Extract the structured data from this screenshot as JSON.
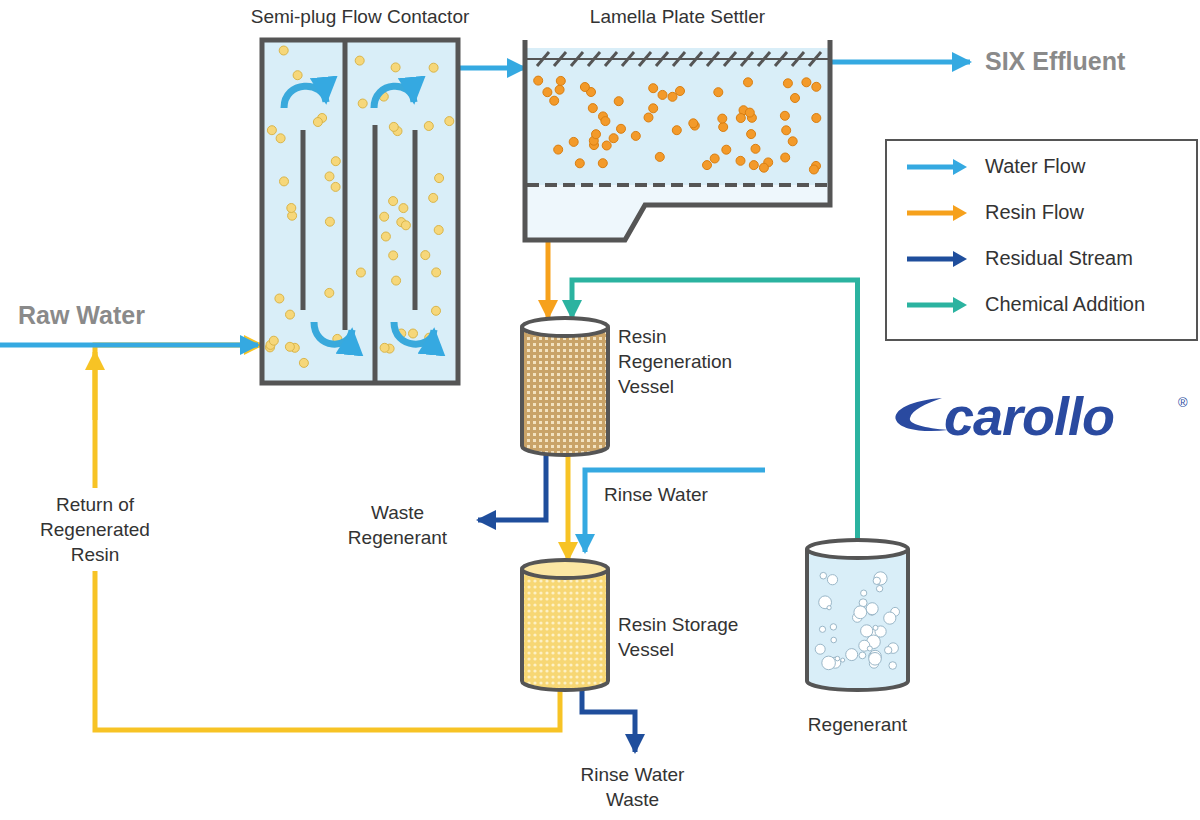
{
  "diagram": {
    "nodes": [
      {
        "text": [
          "Semi-plug Flow Contactor"
        ]
      },
      {
        "text": [
          "Lamella Plate Settler"
        ]
      },
      {
        "text": [
          "Resin Regeneration Vessel"
        ]
      },
      {
        "text": [
          "Resin Storage Vessel"
        ]
      },
      {
        "text": [
          "Regenerant"
        ]
      }
    ],
    "edges": [
      {
        "from": 0,
        "to": 1,
        "arrow": "to"
      },
      {
        "from": 1,
        "to": 2,
        "arrow": "to"
      },
      {
        "from": 4,
        "to": 2,
        "arrow": "to"
      },
      {
        "from": 2,
        "to": 3,
        "arrow": "to"
      },
      {
        "from": 3,
        "to": 0,
        "label": "Return of Regenerated Resin",
        "arrow": "to"
      }
    ],
    "labels": [
      "Raw Water",
      "SIX Effluent",
      "Waste Regenerant",
      "Rinse Water",
      "Rinse Water Waste",
      "carollo",
      "®"
    ],
    "legend": [
      {
        "text": "Water Flow",
        "color": "#35a9e1"
      },
      {
        "text": "Resin Flow",
        "color": "#f6a11c"
      },
      {
        "text": "Residual Stream",
        "color": "#1f4e9c"
      },
      {
        "text": "Chemical Addition",
        "color": "#2bb3a0"
      }
    ]
  }
}
